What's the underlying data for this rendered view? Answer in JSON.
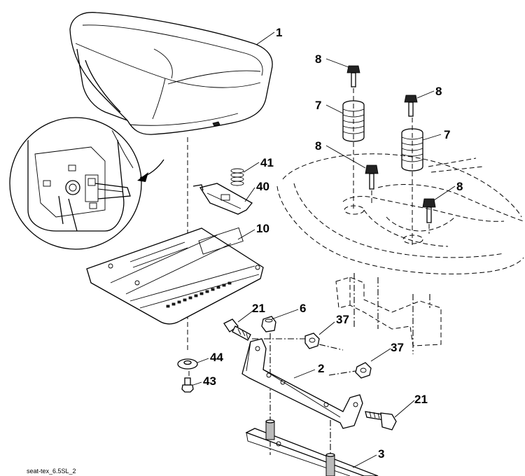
{
  "labels": {
    "l1": "1",
    "l8a": "8",
    "l8b": "8",
    "l8c": "8",
    "l8d": "8",
    "l7a": "7",
    "l7b": "7",
    "l41": "41",
    "l40": "40",
    "l10": "10",
    "l21a": "21",
    "l6": "6",
    "l37a": "37",
    "l37b": "37",
    "l2": "2",
    "l44": "44",
    "l43": "43",
    "l21b": "21",
    "l3": "3"
  },
  "caption": "seat-tex_6.5SL_2"
}
